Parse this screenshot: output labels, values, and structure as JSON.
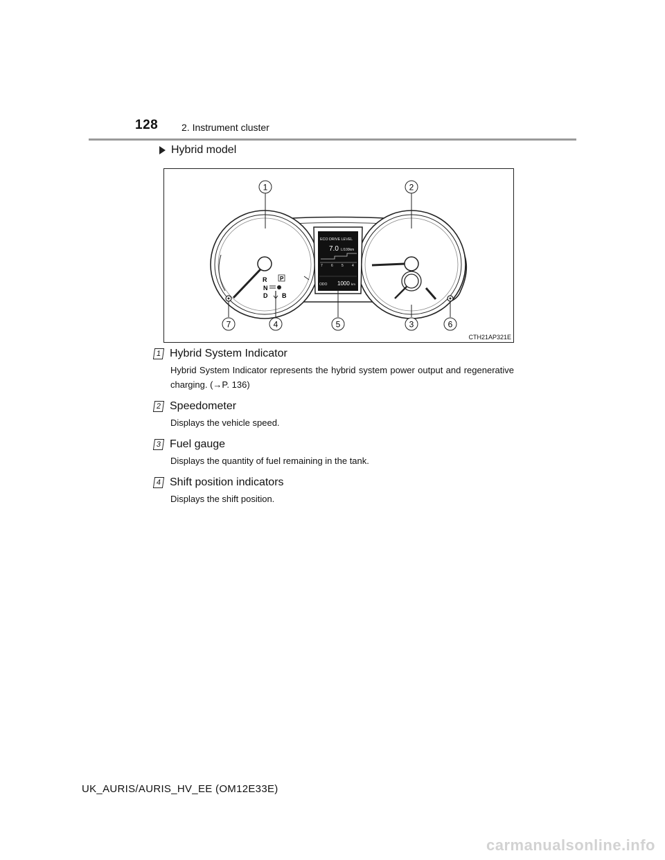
{
  "header": {
    "page_number": "128",
    "section_title": "2. Instrument cluster"
  },
  "model_heading": "Hybrid model",
  "figure": {
    "code": "CTH21AP321E",
    "callouts": [
      "1",
      "2",
      "7",
      "4",
      "5",
      "3",
      "6"
    ],
    "display": {
      "eco_label": "ECO DRIVE LEVEL",
      "consumption_value": "7.0",
      "consumption_unit": "L/100km",
      "scale": [
        "7",
        "6",
        "5",
        "4"
      ],
      "odo_label": "ODO",
      "odo_value": "1000",
      "odo_unit": "km"
    },
    "shift": {
      "r": "R",
      "p": "P",
      "n": "N",
      "d": "D",
      "b": "B"
    }
  },
  "items": [
    {
      "num": "1",
      "title": "Hybrid System Indicator",
      "desc": "Hybrid System Indicator represents the hybrid system power output and regenerative charging. (→P. 136)"
    },
    {
      "num": "2",
      "title": "Speedometer",
      "desc": "Displays the vehicle speed."
    },
    {
      "num": "3",
      "title": "Fuel gauge",
      "desc": "Displays the quantity of fuel remaining in the tank."
    },
    {
      "num": "4",
      "title": "Shift position indicators",
      "desc": "Displays the shift position."
    }
  ],
  "footer": "UK_AURIS/AURIS_HV_EE (OM12E33E)",
  "watermark": "carmanualsonline.info"
}
